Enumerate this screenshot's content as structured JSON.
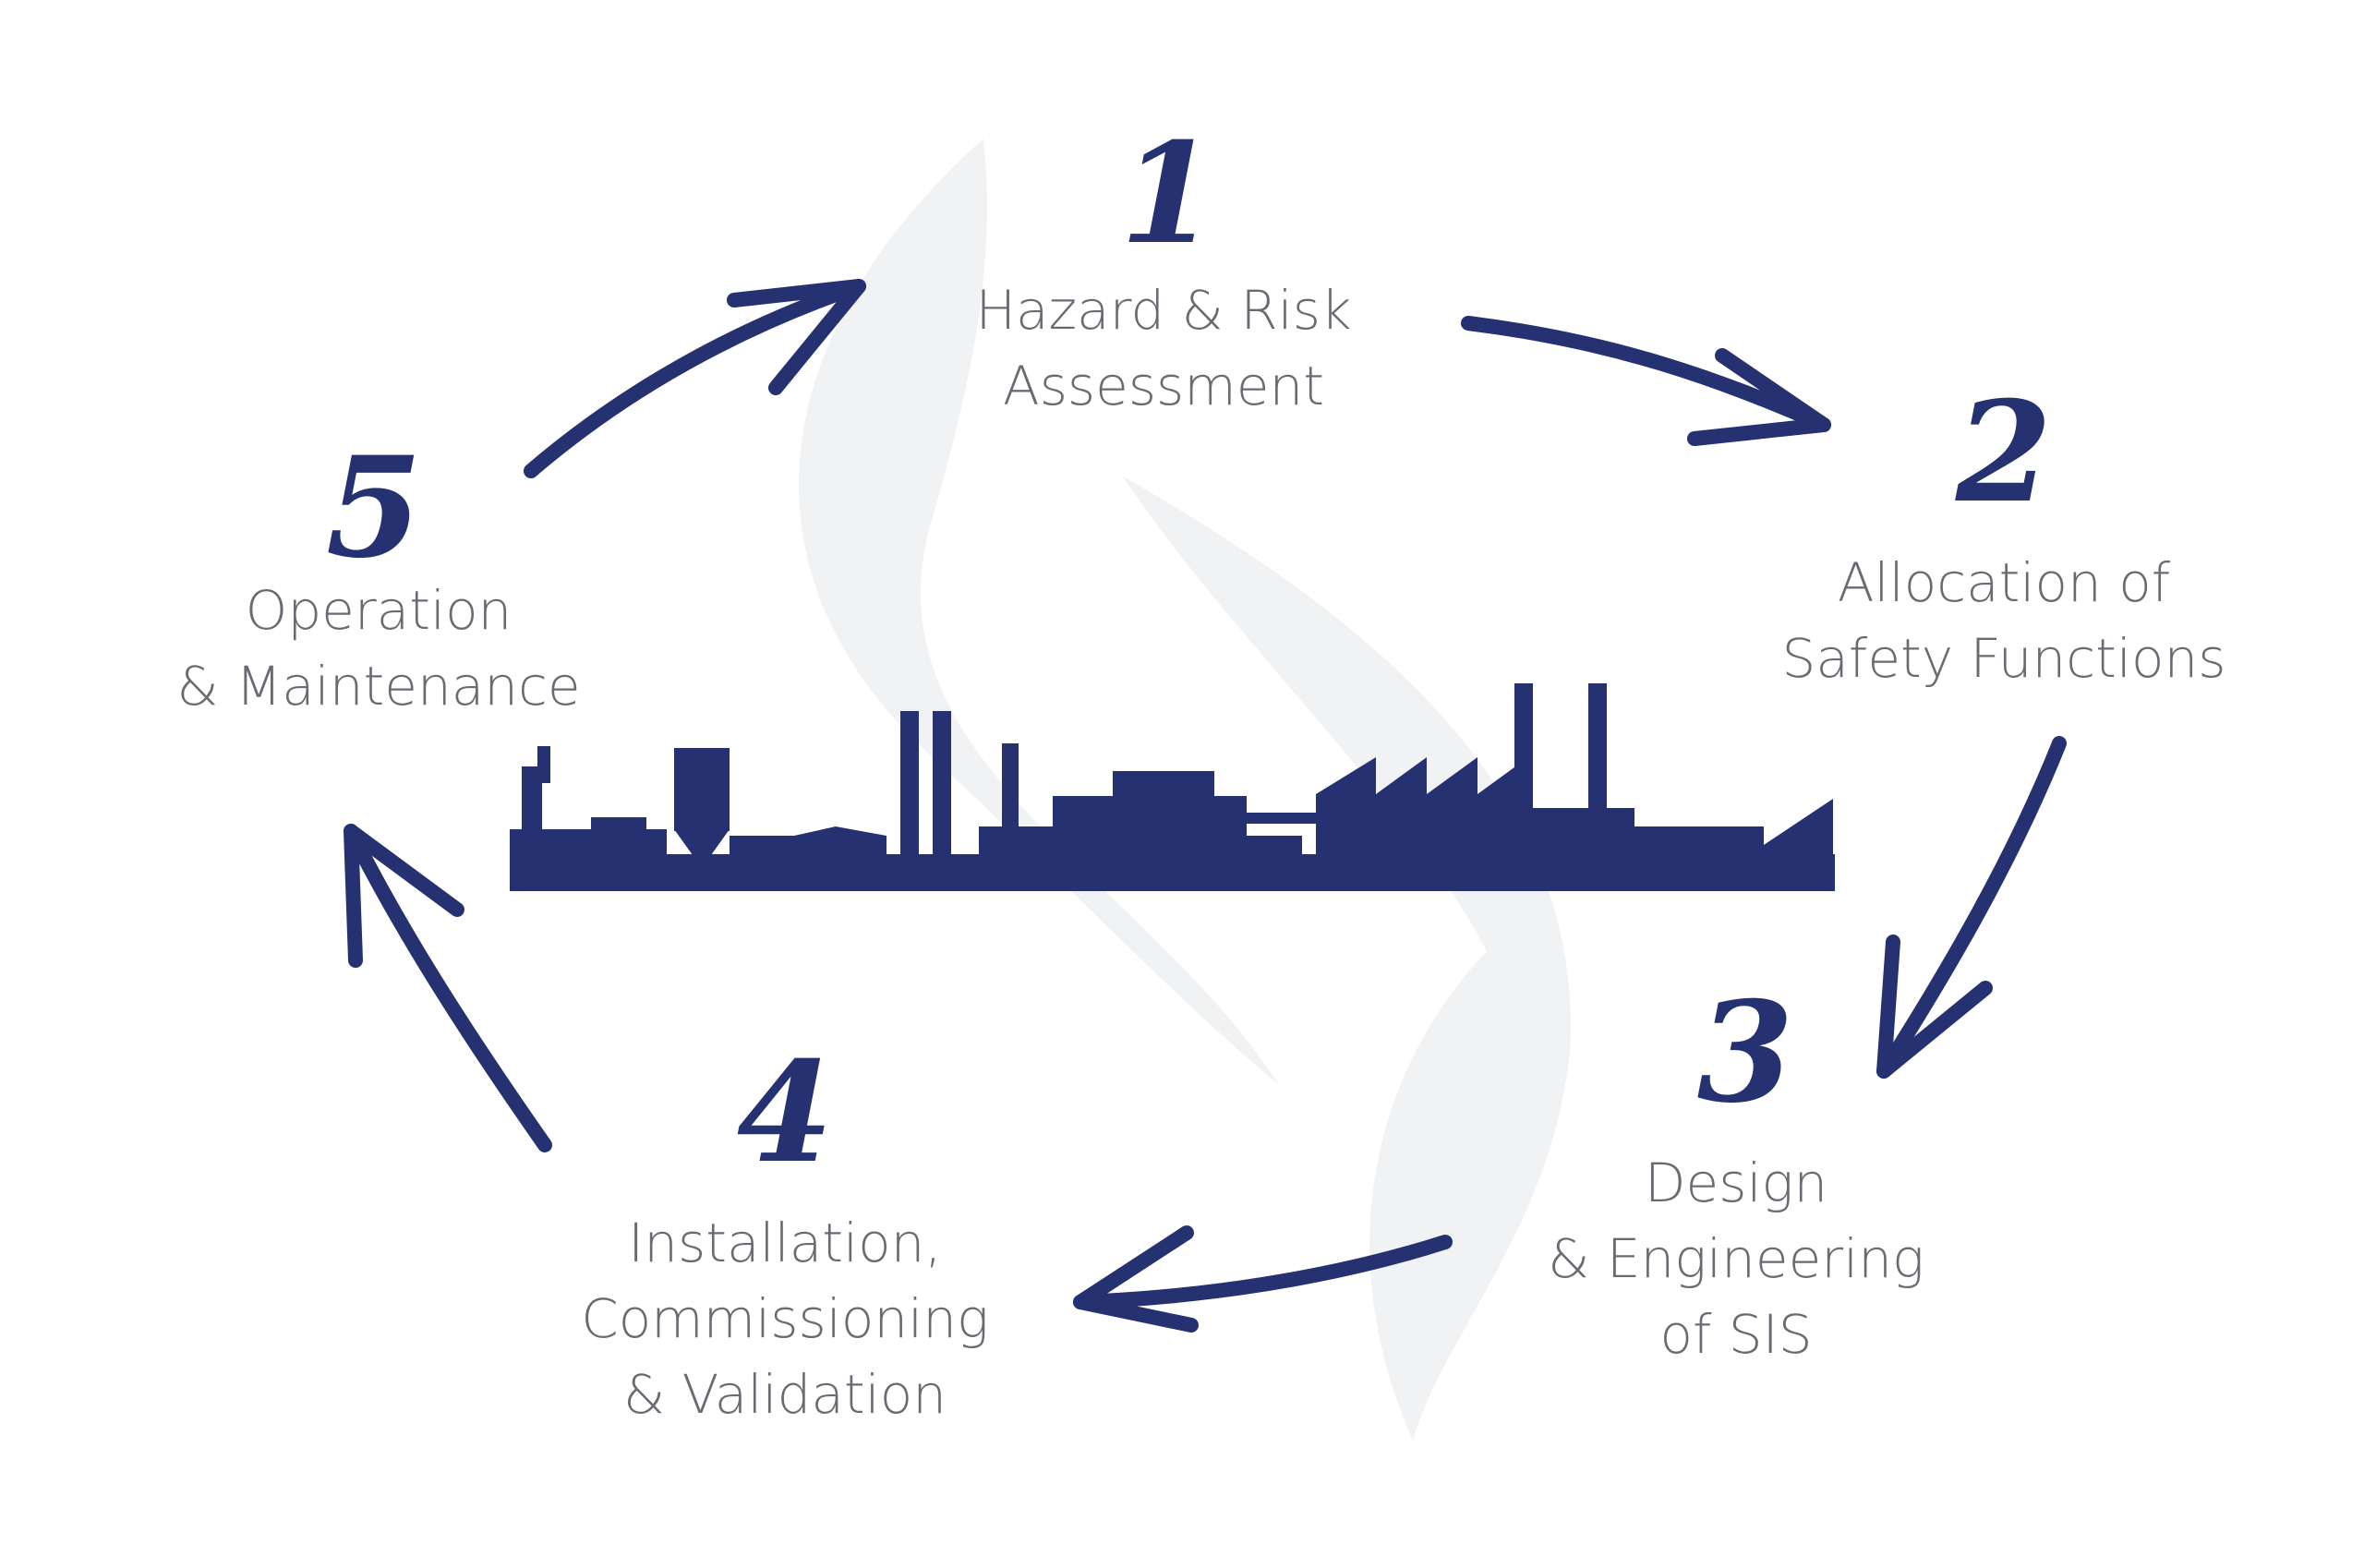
{
  "colors": {
    "accent": "#253170",
    "label_text": "#6a6a72",
    "watermark": "#f1f2f3",
    "background": "#ffffff"
  },
  "steps": [
    {
      "number": "1",
      "lines": [
        "Hazard & Risk",
        "Assessment"
      ]
    },
    {
      "number": "2",
      "lines": [
        "Allocation of",
        "Safety Functions"
      ]
    },
    {
      "number": "3",
      "lines": [
        "Design",
        "& Engineering",
        "of SIS"
      ]
    },
    {
      "number": "4",
      "lines": [
        "Installation,",
        "Commissioning",
        "& Validation"
      ]
    },
    {
      "number": "5",
      "lines": [
        "Operation",
        "& Maintenance"
      ]
    }
  ]
}
